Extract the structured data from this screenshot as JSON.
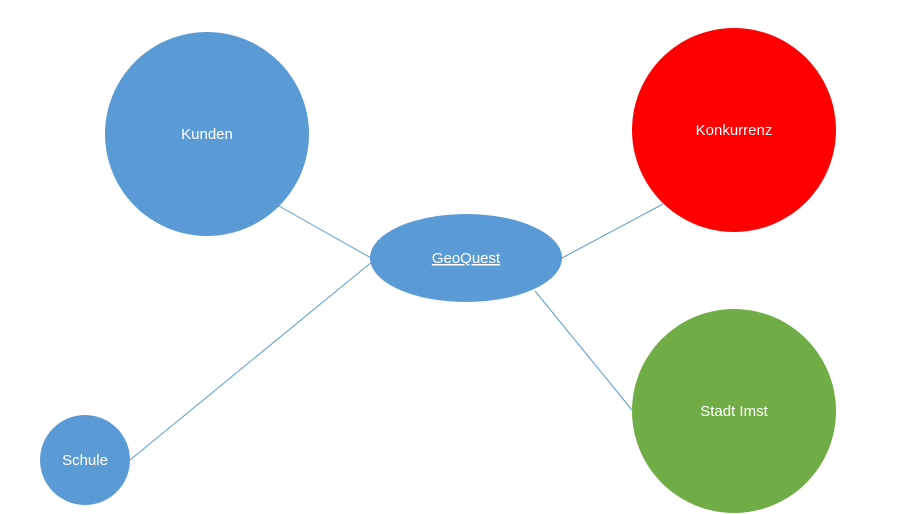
{
  "diagram": {
    "center": {
      "label": "GeoQuest",
      "color": "#5b9bd5"
    },
    "nodes": [
      {
        "id": "kunden",
        "label": "Kunden",
        "color": "#5b9bd5"
      },
      {
        "id": "konkurrenz",
        "label": "Konkurrenz",
        "color": "#ff0000"
      },
      {
        "id": "stadt-imst",
        "label": "Stadt Imst",
        "color": "#70ad47"
      },
      {
        "id": "schule",
        "label": "Schule",
        "color": "#5b9bd5"
      }
    ],
    "connector_color": "#5b9bd5"
  }
}
